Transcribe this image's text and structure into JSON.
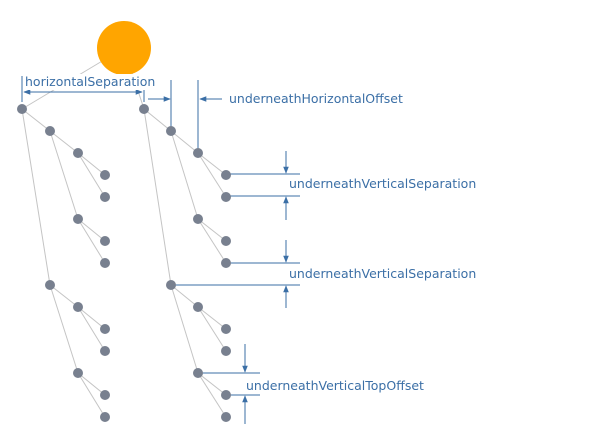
{
  "labels": {
    "horizontal_separation": "horizontalSeparation",
    "underneath_horizontal_offset": "underneathHorizontalOffset",
    "underneath_vertical_separation_1": "underneathVerticalSeparation",
    "underneath_vertical_separation_2": "underneathVerticalSeparation",
    "underneath_vertical_top_offset": "underneathVerticalTopOffset"
  },
  "colors": {
    "root": "#ffa500",
    "node": "#78808f",
    "edge": "#c4c4c4",
    "annotation": "#3b6fa6"
  }
}
